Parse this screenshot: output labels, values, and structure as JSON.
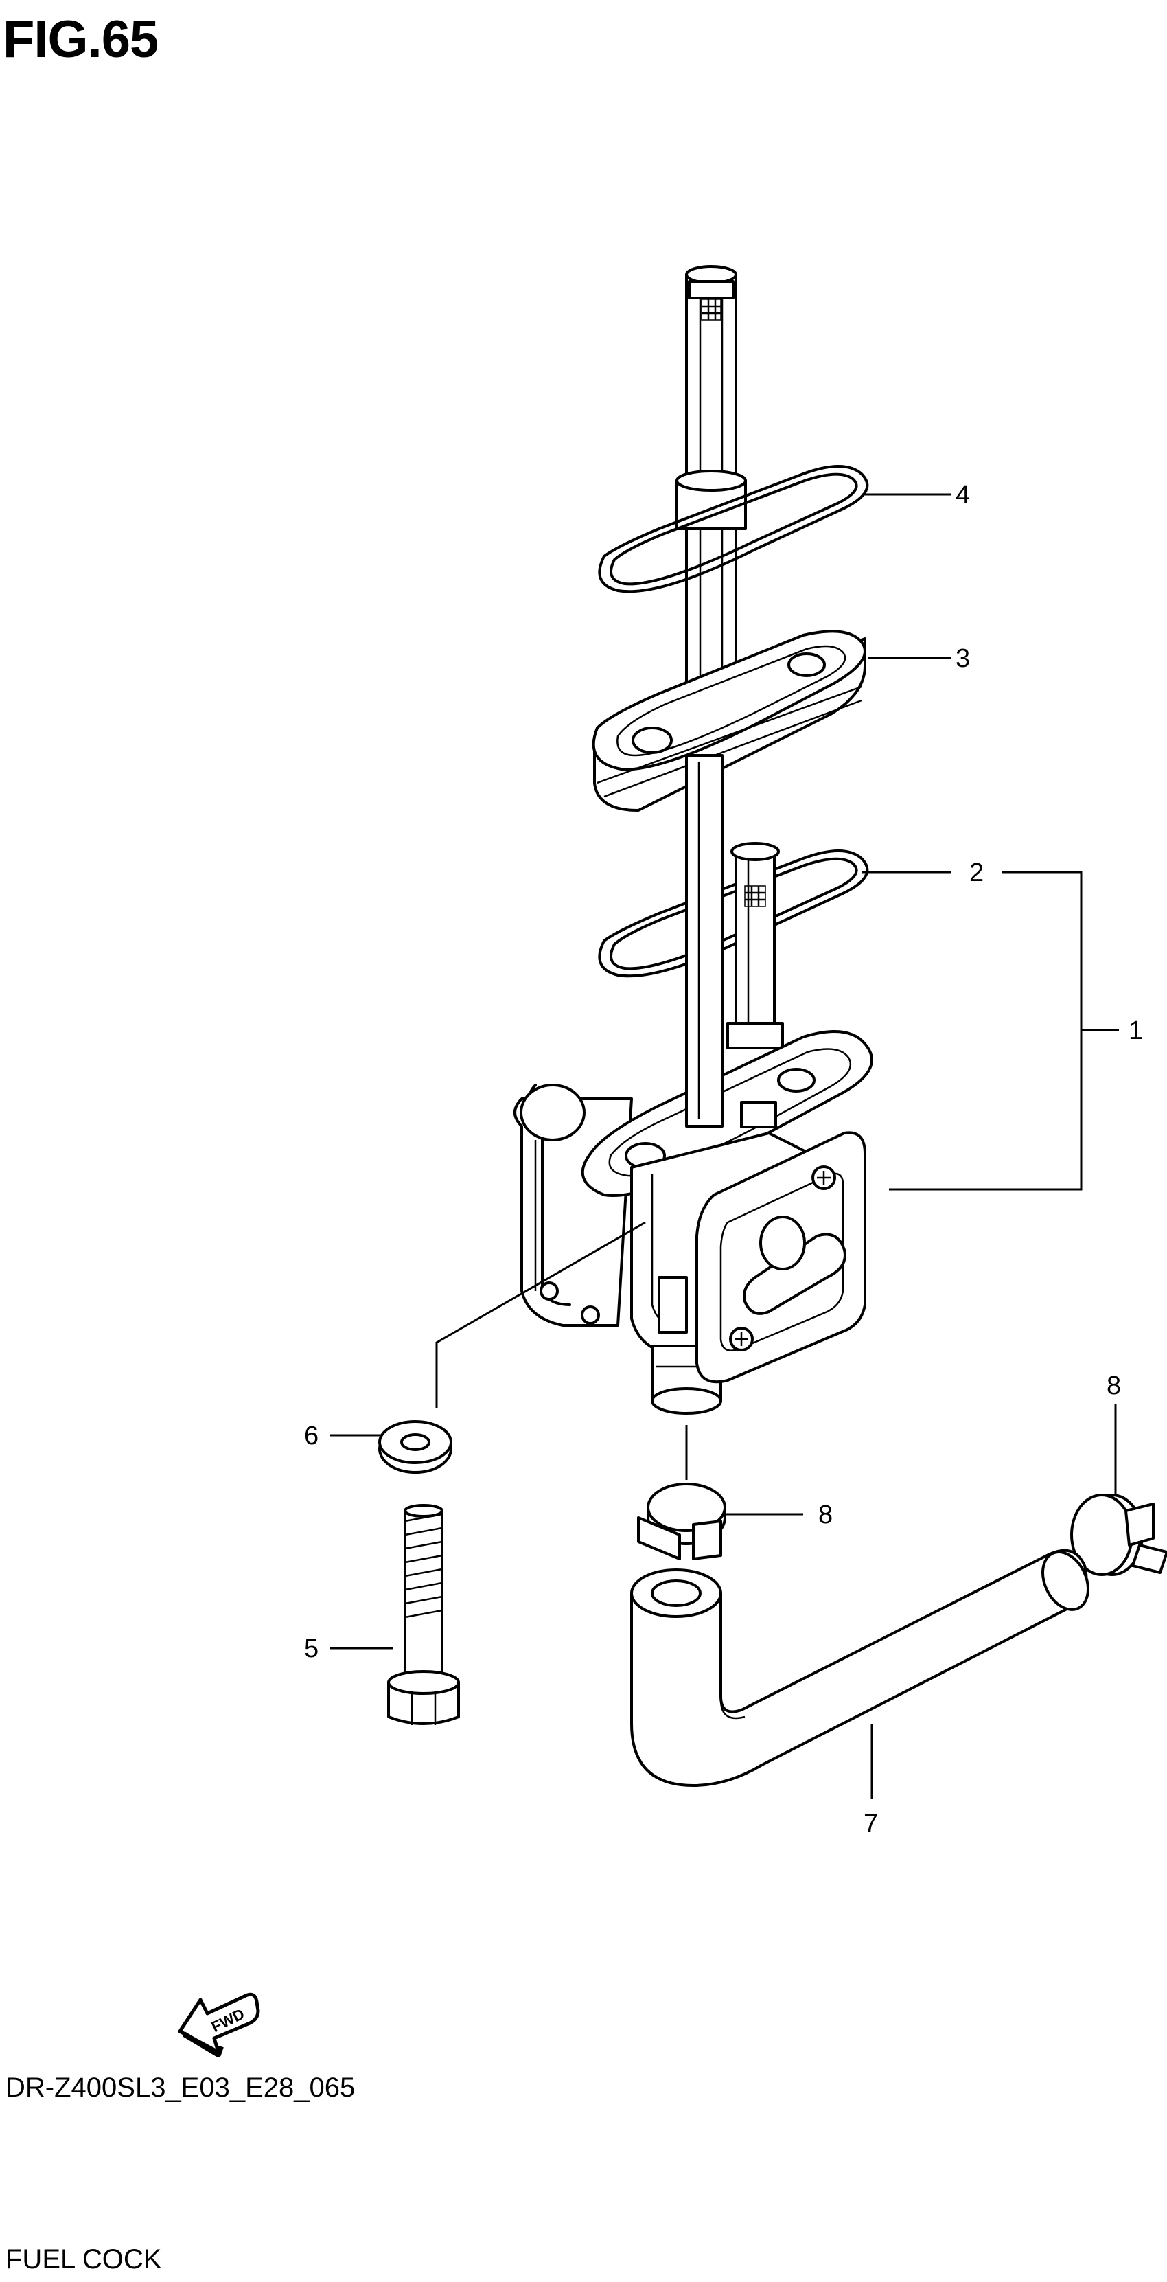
{
  "figure": {
    "title": "FIG.65",
    "model_code": "DR-Z400SL3_E03_E28_065",
    "part_name": "FUEL COCK",
    "fwd_label": "FWD"
  },
  "callouts": [
    {
      "id": "1",
      "label": "1"
    },
    {
      "id": "2",
      "label": "2"
    },
    {
      "id": "3",
      "label": "3"
    },
    {
      "id": "4",
      "label": "4"
    },
    {
      "id": "5",
      "label": "5"
    },
    {
      "id": "6",
      "label": "6"
    },
    {
      "id": "7",
      "label": "7"
    },
    {
      "id": "8a",
      "label": "8"
    },
    {
      "id": "8b",
      "label": "8"
    }
  ],
  "parts": {
    "strainer_tube": "strainer-tube",
    "o_ring_4": "o-ring",
    "gasket_3": "gasket",
    "o_ring_2": "o-ring",
    "cock_assembly_1": "fuel-cock-assembly",
    "bolt_5": "bolt",
    "washer_6": "washer",
    "hose_7": "fuel-hose",
    "clamp_8": "hose-clamp"
  }
}
